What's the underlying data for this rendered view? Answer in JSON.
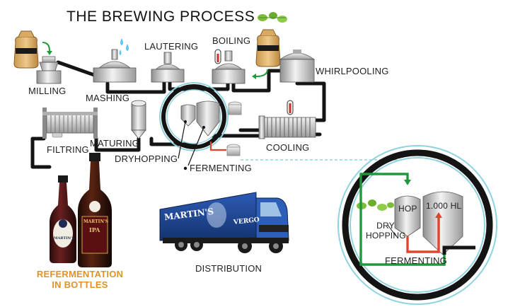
{
  "title": "THE BREWING PROCESS",
  "steps": {
    "milling": "MILLING",
    "mashing": "MASHING",
    "lautering": "LAUTERING",
    "boiling": "BOILING",
    "whirlpooling": "WHIRLPOOLING",
    "filtring": "FILTRING",
    "maturing": "MATURING",
    "dryhopping": "DRYHOPPING",
    "fermenting": "FERMENTING",
    "cooling": "COOLING",
    "distribution": "DISTRIBUTION"
  },
  "refermentation": {
    "line1": "REFERMENTATION",
    "line2": "IN BOTTLES"
  },
  "detail": {
    "hop_tank": "HOP",
    "main_tank": "1.000 HL",
    "dry_line1": "DRY",
    "dry_line2": "HOPPING",
    "fermenting": "FERMENTING"
  },
  "truck": {
    "brand": "MARTIN'S",
    "carrier": "VERGO"
  },
  "bottles": {
    "left_label": "MARTIN'S",
    "right_label": "MARTIN'S",
    "right_sub": "IPA"
  },
  "colors": {
    "pipe": "#141414",
    "green_flow": "#1f9a3a",
    "red_flow": "#e0452b",
    "highlight": "#e0922a",
    "circle": "#8fd3e0",
    "truck_blue": "#1a3f8f"
  }
}
